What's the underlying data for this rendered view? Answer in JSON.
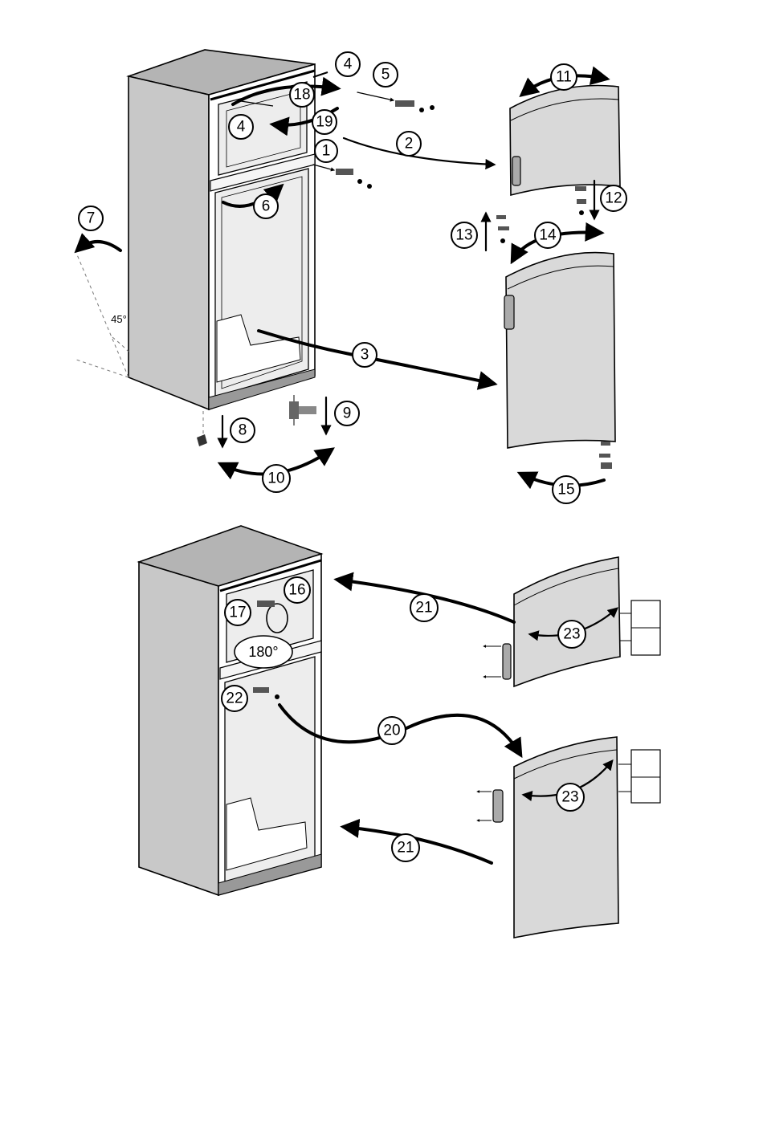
{
  "diagram": {
    "callouts": {
      "c1": "1",
      "c2": "2",
      "c3": "3",
      "c4a": "4",
      "c4b": "4",
      "c5": "5",
      "c6": "6",
      "c7": "7",
      "c8": "8",
      "c9": "9",
      "c10": "10",
      "c11": "11",
      "c12": "12",
      "c13": "13",
      "c14": "14",
      "c15": "15",
      "c16": "16",
      "c17": "17",
      "c18": "18",
      "c19": "19",
      "c20": "20",
      "c21a": "21",
      "c21b": "21",
      "c22": "22",
      "c23a": "23",
      "c23b": "23"
    },
    "angle_label": "45°",
    "rotation_label": "180°"
  },
  "colors": {
    "cabinet_side": "#c8c8c8",
    "cabinet_top": "#b4b4b4",
    "door_fill": "#d9d9d9",
    "interior": "#ededed"
  }
}
